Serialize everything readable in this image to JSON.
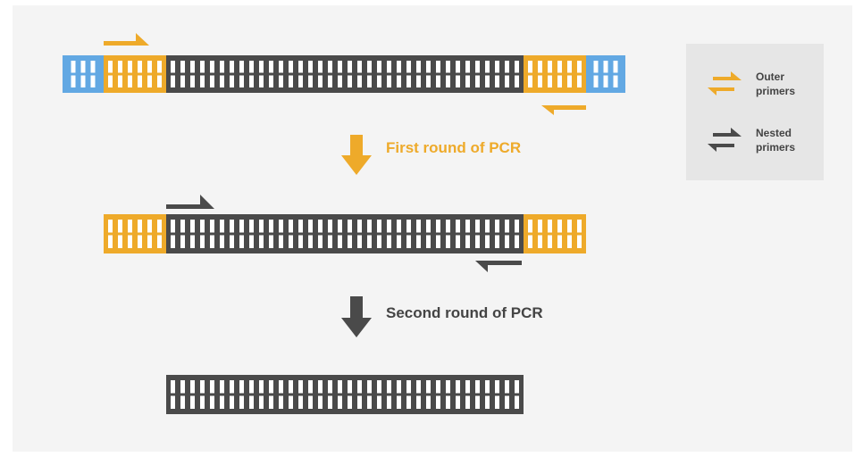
{
  "colors": {
    "background": "#f4f4f4",
    "outer": "#eeaa2a",
    "flank": "#62a8e3",
    "nested": "#4a4a4a",
    "legend_bg": "#e6e6e6",
    "legend_text": "#444444",
    "teeth": "#ffffff"
  },
  "steps": {
    "first": "First round of PCR",
    "second": "Second round of PCR"
  },
  "legend": {
    "outer_line1": "Outer",
    "outer_line2": "primers",
    "nested_line1": "Nested",
    "nested_line2": "primers"
  },
  "icons": {
    "outer_primer": "outer-primer-pair-icon",
    "nested_primer": "nested-primer-pair-icon",
    "step_arrow": "down-arrow-icon"
  }
}
